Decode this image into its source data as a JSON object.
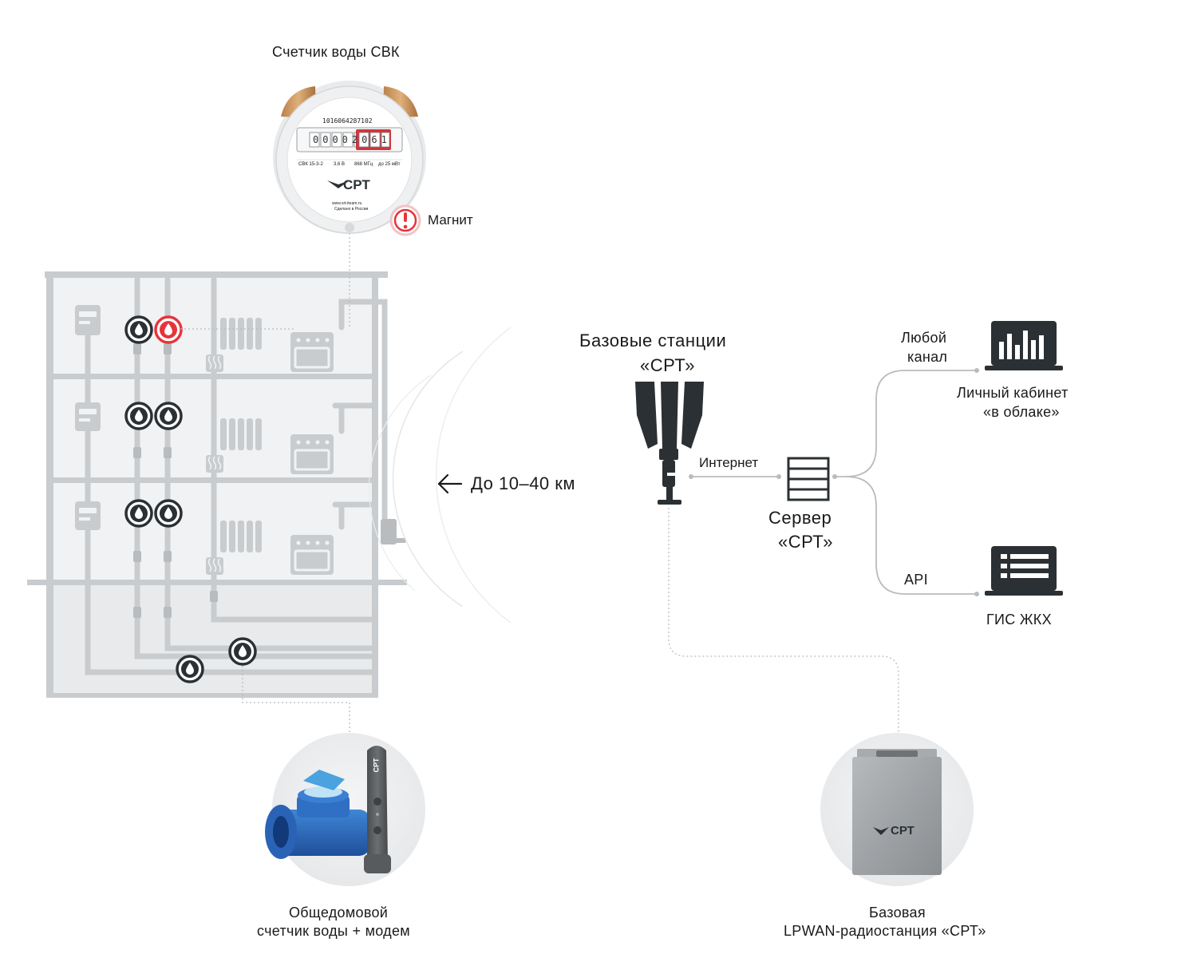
{
  "labels": {
    "water_meter_title": "Счетчик воды СВК",
    "magnet_label": "Магнит",
    "distance_label": "До 10–40 км",
    "base_stations_line1": "Базовые станции",
    "base_stations_line2": "«СРТ»",
    "internet_label": "Интернет",
    "server_line1": "Сервер",
    "server_line2": "«СРТ»",
    "any_channel_line1": "Любой",
    "any_channel_line2": "канал",
    "cabinet_line1": "Личный кабинет",
    "cabinet_line2": "«в облаке»",
    "api_label": "API",
    "gis_label": "ГИС ЖКХ",
    "common_meter_line1": "Общедомовой",
    "common_meter_line2": "счетчик воды + модем",
    "radio_station_line1": "Базовая",
    "radio_station_line2": "LPWAN-радиостанция «СРТ»"
  },
  "meter_face": {
    "serial": "1016064287102",
    "digits": "00002061",
    "model": "СВК 15-3-2",
    "voltage": "3,6 В",
    "frequency": "868 МГц",
    "power": "до 25 мВт",
    "brand": "СРТ",
    "site": "www.srt-iteam.ru",
    "made_in": "Сделано в России"
  },
  "modem_brand": "СРТ",
  "station_brand": "СРТ",
  "colors": {
    "pipe": "#c9ccce",
    "pipe_dark": "#b9bcbf",
    "building_bg": "#f1f2f3",
    "icon_dark": "#2b3034",
    "alert_red": "#e5353b",
    "connector": "#b8bcbf",
    "text": "#1a1a1a"
  }
}
